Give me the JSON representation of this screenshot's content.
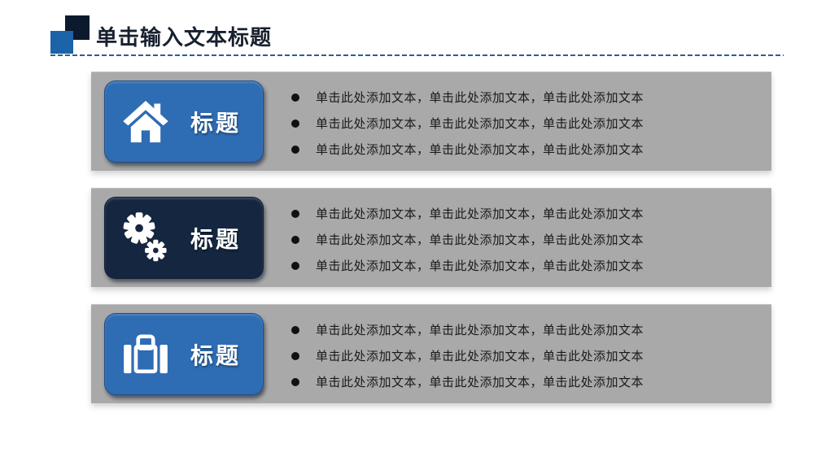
{
  "slide": {
    "title": "单击输入文本标题"
  },
  "rows": [
    {
      "label": "标题",
      "icon": "home-icon",
      "bullets": [
        "单击此处添加文本，单击此处添加文本，单击此处添加文本",
        "单击此处添加文本，单击此处添加文本，单击此处添加文本",
        "单击此处添加文本，单击此处添加文本，单击此处添加文本"
      ]
    },
    {
      "label": "标题",
      "icon": "gears-icon",
      "bullets": [
        "单击此处添加文本，单击此处添加文本，单击此处添加文本",
        "单击此处添加文本，单击此处添加文本，单击此处添加文本",
        "单击此处添加文本，单击此处添加文本，单击此处添加文本"
      ]
    },
    {
      "label": "标题",
      "icon": "briefcase-icon",
      "bullets": [
        "单击此处添加文本，单击此处添加文本，单击此处添加文本",
        "单击此处添加文本，单击此处添加文本，单击此处添加文本",
        "单击此处添加文本，单击此处添加文本，单击此处添加文本"
      ]
    }
  ],
  "colors": {
    "plate_blue": "#2E6CB4",
    "plate_navy": "#152640",
    "band_gray": "#A9A9A9",
    "title_color": "#17202E",
    "text_color": "#1A1A1A",
    "divider_blue": "#2C5F94",
    "logo_navy": "#0C1A2D",
    "logo_blue": "#1C63A9"
  }
}
